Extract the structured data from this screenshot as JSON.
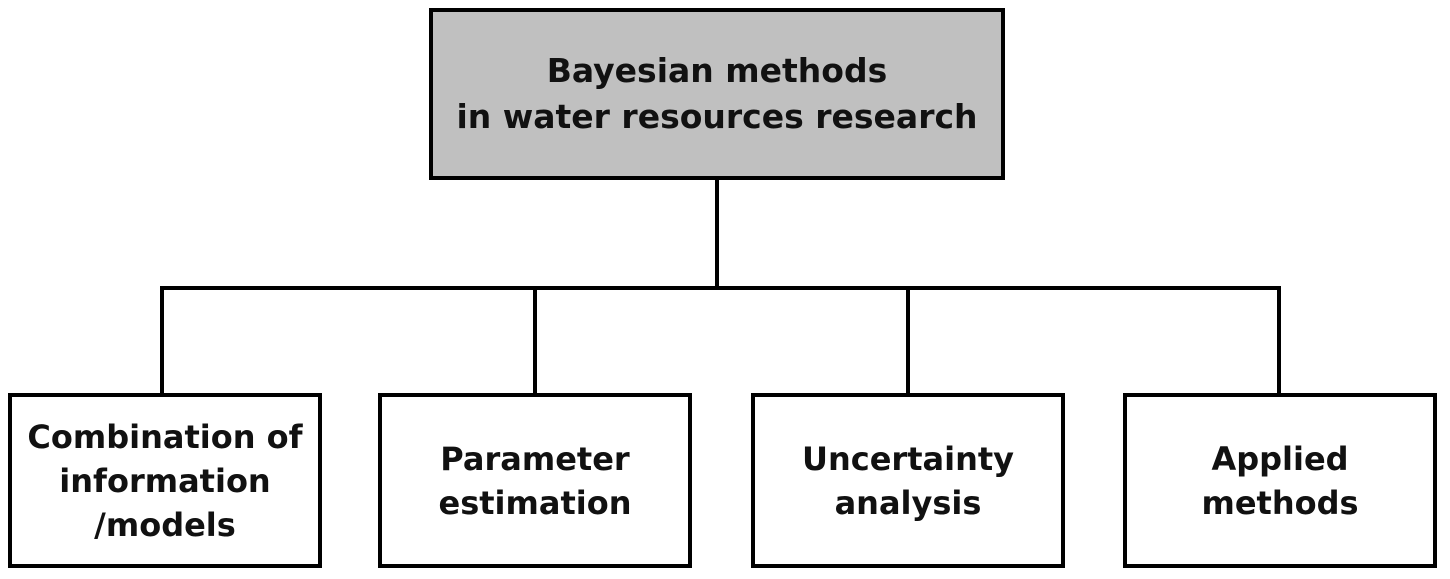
{
  "diagram": {
    "root": {
      "lines": [
        "Bayesian methods",
        "in water resources research"
      ]
    },
    "children": [
      {
        "lines": [
          "Combination of",
          "information",
          "/models"
        ]
      },
      {
        "lines": [
          "Parameter",
          "estimation"
        ]
      },
      {
        "lines": [
          "Uncertainty",
          "analysis"
        ]
      },
      {
        "lines": [
          "Applied",
          "methods"
        ]
      }
    ],
    "colors": {
      "root_fill": "#c0c0c0",
      "child_fill": "#ffffff",
      "border": "#000000",
      "text": "#111111"
    }
  }
}
